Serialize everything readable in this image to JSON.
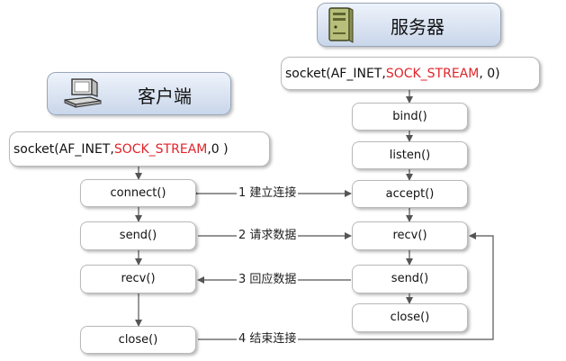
{
  "client": {
    "title": "客户端",
    "socket_call": {
      "prefix": "socket(AF_INET,",
      "highlight": "SOCK_STREAM",
      "suffix": ",0 )"
    },
    "steps": {
      "connect": "connect()",
      "send": "send()",
      "recv": "recv()",
      "close": "close()"
    }
  },
  "server": {
    "title": "服务器",
    "socket_call": {
      "prefix": "socket(AF_INET,",
      "highlight": "SOCK_STREAM",
      "suffix": ", 0)"
    },
    "steps": {
      "bind": "bind()",
      "listen": "listen()",
      "accept": "accept()",
      "recv": "recv()",
      "send": "send()",
      "close": "close()"
    }
  },
  "interactions": {
    "establish": "1 建立连接",
    "request": "2 请求数据",
    "reply": "3 回应数据",
    "terminate": "4 结束连接"
  },
  "colors": {
    "highlight": "#e0242a",
    "arrow": "#555555",
    "header_gradient_top": "#eef3fb",
    "header_gradient_bottom": "#c9d6ea"
  },
  "icons": {
    "client": "desktop-computer-icon",
    "server": "server-tower-icon"
  }
}
